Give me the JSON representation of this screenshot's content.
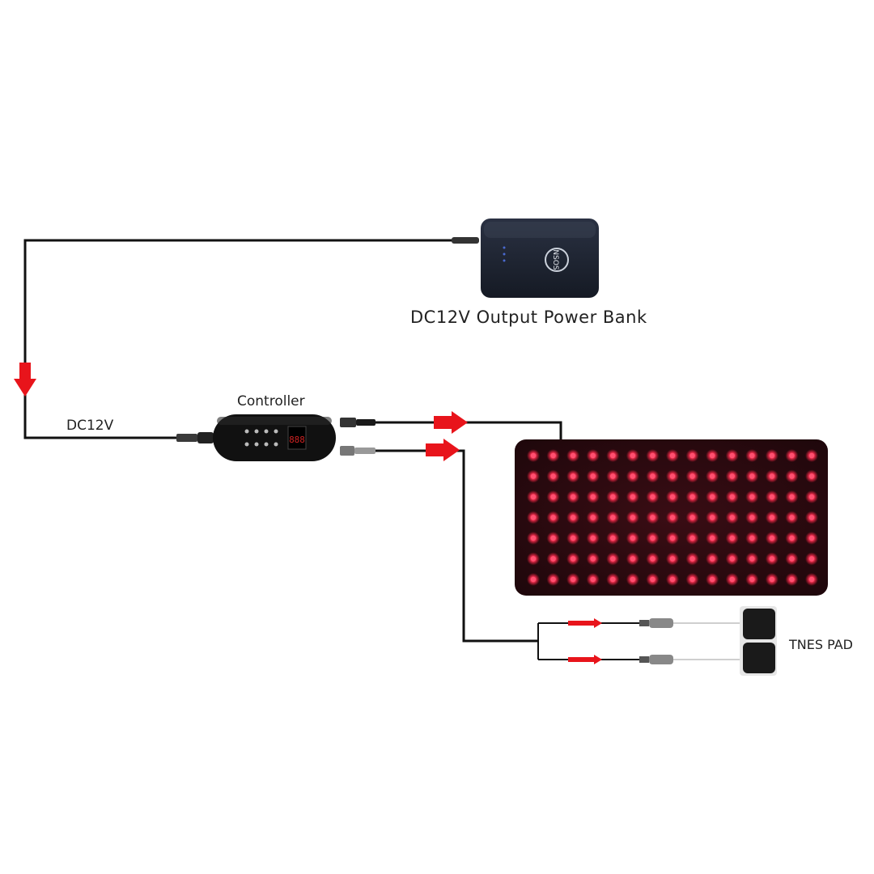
{
  "labels": {
    "power_bank": "DC12V Output Power Bank",
    "controller": "Controller",
    "dc_input": "DC12V",
    "tens_pad": "TNES PAD"
  },
  "brand_logo_text": "NSOS",
  "controller_display": "888",
  "colors": {
    "wire": "#111111",
    "arrow": "#e8141b",
    "led": "#ff2a4a",
    "panel": "#2a0a0e",
    "power_bank": "#1d2230"
  },
  "icons": {
    "flow_arrows": "red-arrow-icon",
    "led_grid": "red-led-icon",
    "electrode_pads": "tens-electrode-icon"
  }
}
